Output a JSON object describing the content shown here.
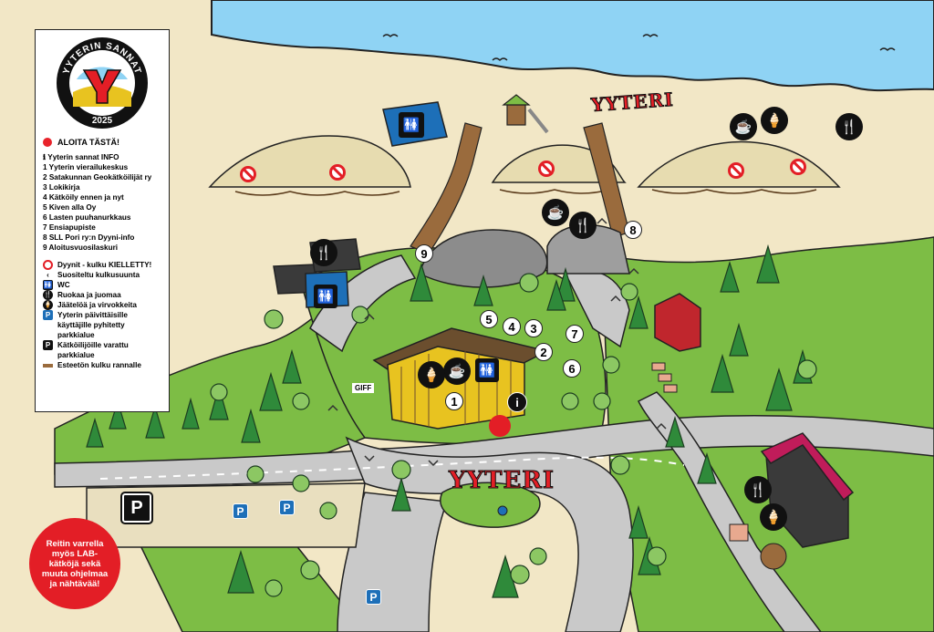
{
  "logo": {
    "text_top": "YYTERIN SANNAT",
    "year": "2025"
  },
  "legend": {
    "start": "ALOITA TÄSTÄ!",
    "sites": [
      "ℹ Yyterin sannat INFO",
      "1 Yyterin vierailukeskus",
      "2 Satakunnan Geokätköilijät ry",
      "3 Lokikirja",
      "4 Kätköily ennen ja nyt",
      "5 Kiven alla Oy",
      "6 Lasten puuhanurkkaus",
      "7 Ensiapupiste",
      "8 SLL Pori ry:n Dyyni-info",
      "9 Aloitusvuosilaskuri"
    ],
    "symbols": {
      "dunes": "Dyynit - kulku KIELLETTY!",
      "direction": "Suositeltu kulkusuunta",
      "wc": "WC",
      "food": "Ruokaa ja juomaa",
      "icecream": "Jäätelöä ja virvokkeita",
      "parking_day": "Yyterin päivittäisille käyttäjille pyhitetty parkkialue",
      "parking_cachers": "Kätköilijöille varattu parkkialue",
      "accessible": "Esteetön kulku rannalle"
    }
  },
  "badge": {
    "text": "Reitin varrella myös LAB-kätköjä sekä muuta ohjelmaa ja nähtävää!"
  },
  "map_labels": {
    "yyteri_top": "YYTERI",
    "yyteri_center": "YYTERI",
    "giff": "GIFF",
    "info": "i",
    "parking_big": "P",
    "parking_small": "P",
    "numbers": [
      "1",
      "2",
      "3",
      "4",
      "5",
      "6",
      "7",
      "8",
      "9"
    ]
  },
  "colors": {
    "sand": "#f2e7c6",
    "sea": "#8fd3f4",
    "grass": "#7dbd45",
    "road": "#c9c9c9",
    "building": "#e8c320",
    "accent_red": "#e31e26",
    "parking_blue": "#1d6fb8"
  }
}
